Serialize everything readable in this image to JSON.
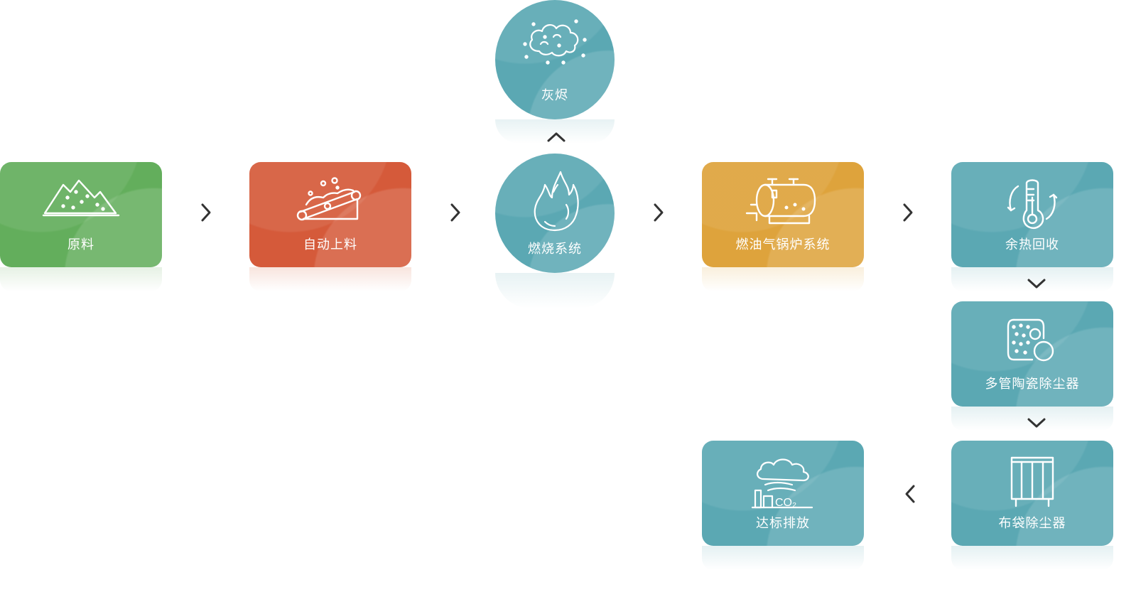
{
  "theme": {
    "green": "#63ae5c",
    "red": "#d55a3a",
    "teal": "#5ba8b3",
    "gold": "#dea33c",
    "arrow": "#333333"
  },
  "nodes": {
    "raw_material": {
      "label": "原料",
      "icon": "mountain-pile-icon"
    },
    "auto_feed": {
      "label": "自动上料",
      "icon": "conveyor-belt-icon"
    },
    "combustion": {
      "label": "燃烧系统",
      "icon": "flame-icon"
    },
    "ash": {
      "label": "灰烬",
      "icon": "ash-cloud-icon"
    },
    "boiler": {
      "label": "燃油气锅炉系统",
      "icon": "boiler-tank-icon"
    },
    "heat_recovery": {
      "label": "余热回收",
      "icon": "thermometer-recycle-icon"
    },
    "ceramic_collector": {
      "label": "多管陶瓷除尘器",
      "icon": "ceramic-filter-icon"
    },
    "bag_filter": {
      "label": "布袋除尘器",
      "icon": "bag-filter-icon"
    },
    "emission": {
      "label": "达标排放",
      "icon": "co2-factory-icon"
    }
  }
}
